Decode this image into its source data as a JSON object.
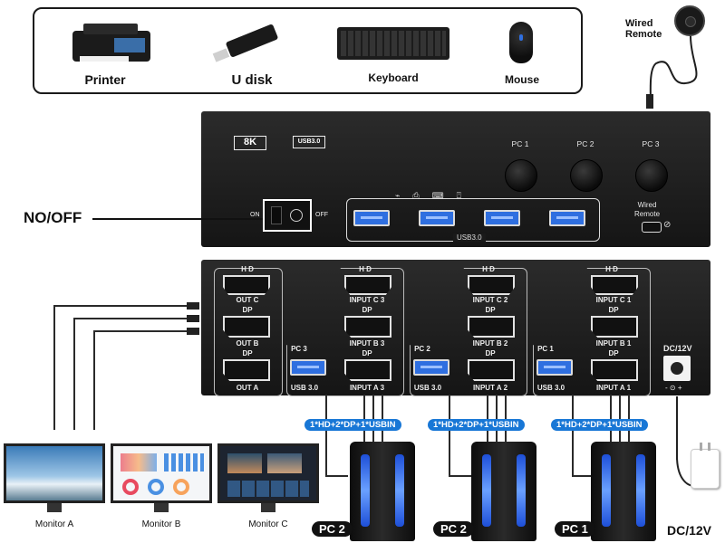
{
  "peripherals": [
    {
      "label": "Printer",
      "icon": "printer-icon"
    },
    {
      "label": "U disk",
      "icon": "usb-drive-icon"
    },
    {
      "label": "Keyboard",
      "icon": "keyboard-icon"
    },
    {
      "label": "Mouse",
      "icon": "mouse-icon"
    }
  ],
  "wired_remote_top": "Wired\nRemote",
  "front_panel": {
    "badge_8k": "8K",
    "badge_usb": "USB3.0",
    "pc_labels": [
      "PC 1",
      "PC 2",
      "PC 3"
    ],
    "wired_remote": "Wired\nRemote",
    "usb_label": "USB3.0",
    "on": "ON",
    "off": "OFF"
  },
  "power_switch_label": "NO/OFF",
  "rear_panel": {
    "out_col": [
      "H D",
      "OUT C",
      "DP",
      "OUT B",
      "DP",
      "OUT A"
    ],
    "groups": [
      {
        "pc": "PC 3",
        "usb": "USB 3.0",
        "ports": [
          "H D",
          "INPUT C 3",
          "DP",
          "INPUT B 3",
          "DP",
          "INPUT A 3"
        ]
      },
      {
        "pc": "PC 2",
        "usb": "USB 3.0",
        "ports": [
          "H D",
          "INPUT C 2",
          "DP",
          "INPUT B 2",
          "DP",
          "INPUT A 2"
        ]
      },
      {
        "pc": "PC 1",
        "usb": "USB 3.0",
        "ports": [
          "H D",
          "INPUT C 1",
          "DP",
          "INPUT B 1",
          "DP",
          "INPUT A 1"
        ]
      }
    ],
    "dc_label": "DC/12V",
    "dc_polarity": "-  ⊙  +"
  },
  "connection_pills": [
    "1*HD+2*DP+1*USBIN",
    "1*HD+2*DP+1*USBIN",
    "1*HD+2*DP+1*USBIN"
  ],
  "pcs": [
    "PC 2",
    "PC 2",
    "PC 1"
  ],
  "monitors": [
    "Monitor A",
    "Monitor B",
    "Monitor C"
  ],
  "dc_bottom": "DC/12V",
  "colors": {
    "accent": "#1877d6",
    "usb_blue": "#2f6fe0",
    "switch_body": "#1c1c1c"
  }
}
